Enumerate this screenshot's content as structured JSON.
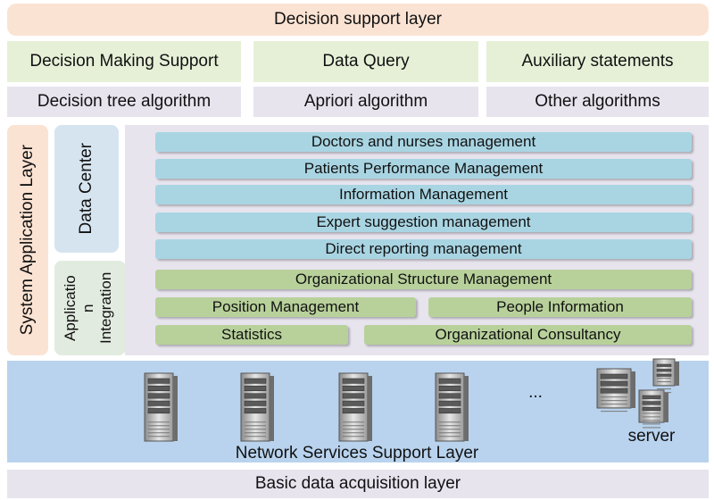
{
  "decision_layer": {
    "title": "Decision support layer",
    "columns": [
      "Decision Making Support",
      "Data Query",
      "Auxiliary statements"
    ],
    "algorithms": [
      "Decision tree algorithm",
      "Apriori algorithm",
      "Other algorithms"
    ]
  },
  "system_layer": {
    "title": "System Application Layer",
    "data_center": "Data Center",
    "app_integration": "Applicatio n Integration",
    "blue_modules": [
      "Doctors and nurses management",
      "Patients Performance Management",
      "Information Management",
      "Expert suggestion management",
      "Direct reporting management"
    ],
    "green_modules": {
      "org_structure": "Organizational Structure Management",
      "position": "Position Management",
      "people": "People Information",
      "statistics": "Statistics",
      "consultancy": "Organizational Consultancy"
    }
  },
  "network_layer": {
    "title": "Network Services Support Layer",
    "ellipsis": "...",
    "server_label": "server"
  },
  "basic_layer": {
    "title": "Basic data acquisition layer"
  },
  "colors": {
    "peach": "#fbe3d3",
    "green": "#e6f0d7",
    "lavender": "#e7e4ee",
    "blue_module": "#a9d5e3",
    "green_module": "#b8d19b",
    "network": "#b9d3ee"
  }
}
